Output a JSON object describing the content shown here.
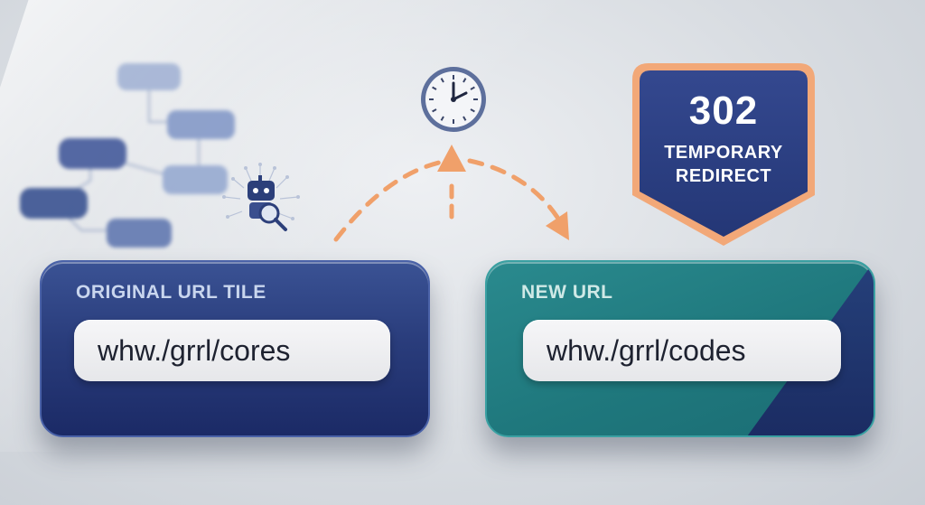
{
  "original_tile": {
    "label": "ORIGINAL URL TILE",
    "url": "whw./grrl/cores"
  },
  "new_tile": {
    "label": "NEW URL",
    "url": "whw./grrl/codes"
  },
  "redirect_badge": {
    "code": "302",
    "line1": "TEMPORARY",
    "line2": "REDIRECT"
  },
  "icons": {
    "clock": "clock-icon",
    "crawler": "robot-magnifier-icon",
    "network": "blurred-network-icon"
  },
  "colors": {
    "navy": "#2a3d7c",
    "teal": "#1f787d",
    "accent_orange": "#f0a06a",
    "badge_fill": "#2c3f85"
  }
}
